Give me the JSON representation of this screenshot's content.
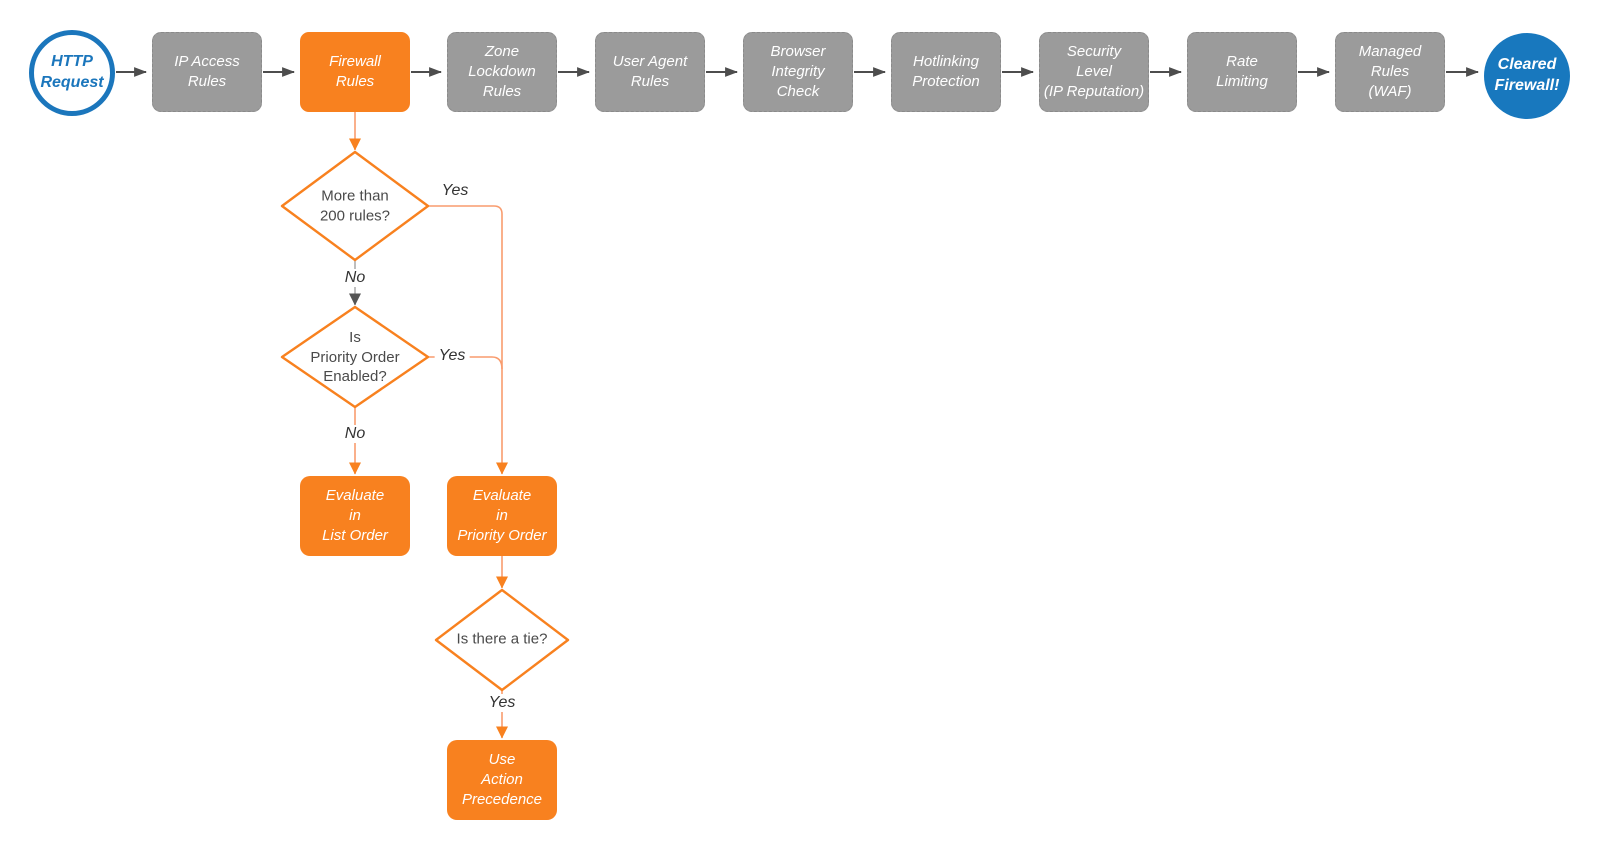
{
  "colors": {
    "orange": "#F8811F",
    "orange_connector": "#F99C6E",
    "gray_node": "#9B9B9B",
    "dark_arrow": "#4D4D4D",
    "blue": "#1B76BC",
    "white_text": "#FFFFFF"
  },
  "nodes": {
    "start": {
      "label": "HTTP\nRequest"
    },
    "end": {
      "label": "Cleared\nFirewall!"
    }
  },
  "pipeline": [
    {
      "id": "ip-access-rules",
      "label": "IP Access\nRules"
    },
    {
      "id": "firewall-rules",
      "label": "Firewall\nRules"
    },
    {
      "id": "zone-lockdown-rules",
      "label": "Zone\nLockdown\nRules"
    },
    {
      "id": "user-agent-rules",
      "label": "User Agent\nRules"
    },
    {
      "id": "browser-integrity-check",
      "label": "Browser\nIntegrity\nCheck"
    },
    {
      "id": "hotlinking-protection",
      "label": "Hotlinking\nProtection"
    },
    {
      "id": "security-level",
      "label": "Security\nLevel\n(IP Reputation)"
    },
    {
      "id": "rate-limiting",
      "label": "Rate\nLimiting"
    },
    {
      "id": "managed-rules-waf",
      "label": "Managed\nRules\n(WAF)"
    }
  ],
  "decisions": {
    "more_than_200_rules": {
      "label": "More than\n200 rules?",
      "yes": "Yes",
      "no": "No"
    },
    "priority_order_enabled": {
      "label": "Is\nPriority Order\nEnabled?",
      "yes": "Yes",
      "no": "No"
    },
    "is_there_a_tie": {
      "label": "Is there a tie?",
      "yes": "Yes"
    }
  },
  "actions": {
    "evaluate_list_order": {
      "label": "Evaluate\nin\nList Order"
    },
    "evaluate_priority_order": {
      "label": "Evaluate\nin\nPriority Order"
    },
    "use_action_precedence": {
      "label": "Use\nAction\nPrecedence"
    }
  }
}
